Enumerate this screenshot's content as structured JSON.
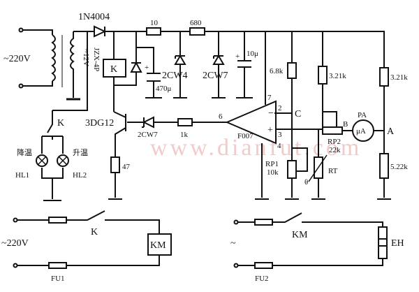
{
  "title": "Temperature controller circuit",
  "labels": {
    "mains_top": "~220V",
    "mains_bottom": "~220V",
    "mains_right": "~",
    "diode_main": "1N4004",
    "transformer_secondary": "~12V",
    "relay_part": "JZX-4P",
    "relay": "K",
    "transistor": "3DG12",
    "r10": "10",
    "r680": "680",
    "cap470": "470μ",
    "zener1": "2CW4",
    "zener2": "2CW7",
    "cap10": "10μ",
    "zener3": "2CW7",
    "r1k": "1k",
    "r47": "47",
    "opamp": "F007",
    "pin2": "2",
    "pin3": "3",
    "pin4": "4",
    "pin6": "6",
    "pin7": "7",
    "minus": "−",
    "plus": "+",
    "r68k": "6.8k",
    "node_c": "C",
    "r321a": "3.21k",
    "r321b": "3.21k",
    "r522": "5.22k",
    "rp2": "RP2",
    "rp2_val": "22k",
    "node_b": "B",
    "node_a": "A",
    "meter": "PA",
    "meter_unit": "μA",
    "rp1": "RP1",
    "rp1_val": "10k",
    "rt": "RT",
    "theta": "θ",
    "relay_contact": "K",
    "lamp1_text": "降温",
    "lamp1": "HL1",
    "lamp2_text": "升温",
    "lamp2": "HL2",
    "switch_k": "K",
    "contactor": "KM",
    "fuse1": "FU1",
    "switch_km": "KM",
    "heater": "EH",
    "fuse2": "FU2"
  },
  "watermark": "www.dianfut.com"
}
